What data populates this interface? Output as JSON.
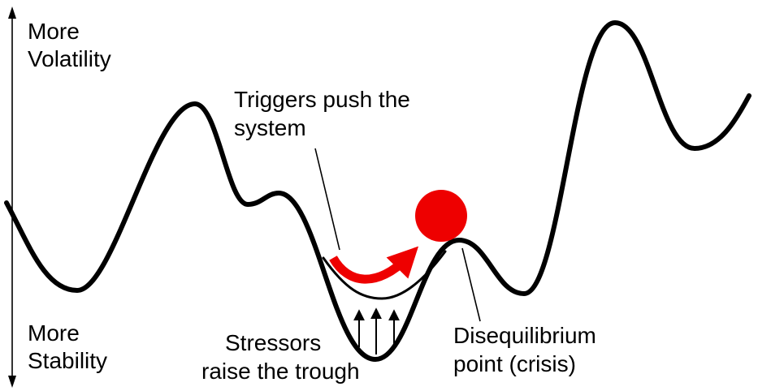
{
  "diagram": {
    "axis": {
      "top_line1": "More",
      "top_line2": "Volatility",
      "bottom_line1": "More",
      "bottom_line2": "Stability"
    },
    "labels": {
      "triggers_line1": "Triggers push the",
      "triggers_line2": "system",
      "stressors_line1": "Stressors",
      "stressors_line2": "raise the trough",
      "disequilibrium_line1": "Disequilibrium",
      "disequilibrium_line2": "point (crisis)"
    },
    "colors": {
      "curve": "#000000",
      "accent_red": "#ee0000",
      "background": "#ffffff"
    }
  }
}
